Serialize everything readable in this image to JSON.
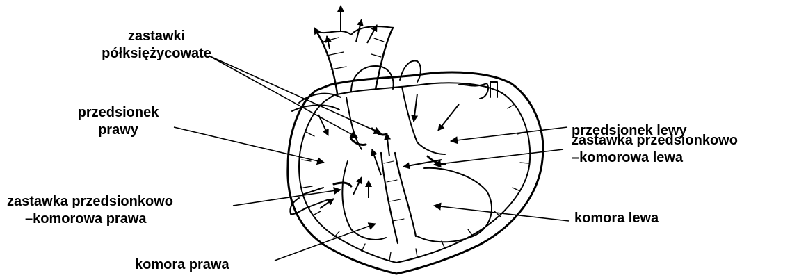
{
  "labels": {
    "semilunar_valves": [
      "zastawki",
      "półksiężycowate"
    ],
    "right_atrium": [
      "przedsionek",
      "prawy"
    ],
    "left_atrium": "przedsionek lewy",
    "mitral_valve": [
      "zastawka przedsionkowo",
      "–komorowa lewa"
    ],
    "tricuspid_valve": [
      "zastawka przedsionkowo",
      "–komorowa prawa"
    ],
    "left_ventricle": "komora lewa",
    "right_ventricle": "komora prawa"
  },
  "colors": {
    "ink": "#000000",
    "background": "#ffffff"
  }
}
